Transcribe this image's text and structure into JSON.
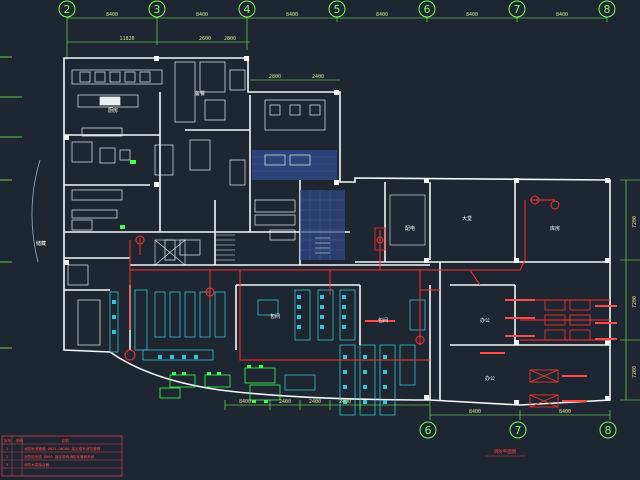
{
  "drawing": {
    "background": "#1e2632",
    "colors": {
      "wall": "#f4f6f8",
      "grid_axis": "#7cfc5a",
      "dimension": "#cfe08a",
      "fire_pipe": "#ff3030",
      "furniture_cyan": "#34d8e8",
      "furniture_green": "#3cff52",
      "floor_tile": "#2f4a8a"
    },
    "axis_labels_top": [
      "2",
      "3",
      "4",
      "5",
      "6",
      "7",
      "8"
    ],
    "axis_labels_bottom": [
      "6",
      "7",
      "8"
    ],
    "dimensions_top": [
      "8400",
      "8400",
      "8400",
      "8400",
      "8400",
      "8400"
    ],
    "dimensions_left": [
      "11820",
      "2600",
      "2800",
      "2800",
      "2400"
    ],
    "dimensions_right": [
      "7200",
      "7200",
      "7200"
    ],
    "dimensions_bottom": [
      "8400",
      "2400",
      "2400",
      "2400",
      "8400",
      "8400"
    ],
    "room_labels": [
      "厨房",
      "备餐",
      "包间",
      "包间",
      "大堂",
      "配电",
      "库房",
      "办公",
      "办公",
      "储藏"
    ],
    "legend": {
      "title": "图例",
      "header": [
        "序号",
        "说明"
      ],
      "rows": [
        {
          "no": "1",
          "text": "消防喷淋管道 DN25-DN100 接至原有消防管网"
        },
        {
          "no": "2",
          "text": "消防栓系统 DN65 接至原有消防栓管网系统"
        },
        {
          "no": "3",
          "text": "消防水泵接合器"
        }
      ]
    },
    "bottom_note": "消防平面图"
  }
}
